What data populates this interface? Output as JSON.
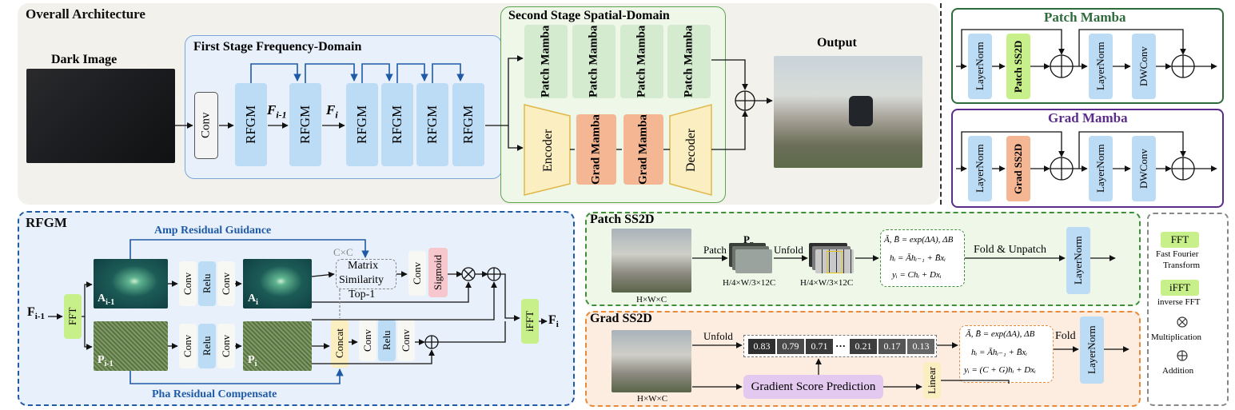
{
  "overall": {
    "title": "Overall Architecture",
    "dark_image_label": "Dark Image",
    "output_label": "Output",
    "first_stage_title": "First Stage Frequency-Domain",
    "second_stage_title": "Second Stage Spatial-Domain",
    "conv_label": "Conv",
    "rfgm_label": "RFGM",
    "f_prev_label": "F",
    "f_prev_sub": "i-1",
    "f_cur_label": "F",
    "f_cur_sub": "i",
    "patch_mamba_label": "Patch Mamba",
    "encoder_label": "Encoder",
    "grad_mamba_label": "Grad Mamba",
    "decoder_label": "Decoder"
  },
  "patch_mamba": {
    "title": "Patch Mamba",
    "layernorm": "LayerNorm",
    "ss2d": "Patch SS2D",
    "dwconv": "DWConv"
  },
  "grad_mamba": {
    "title": "Grad Mamba",
    "layernorm": "LayerNorm",
    "ss2d": "Grad SS2D",
    "dwconv": "DWConv"
  },
  "rfgm": {
    "title": "RFGM",
    "amp_guidance": "Amp Residual Guidance",
    "pha_compensate": "Pha Residual Compensate",
    "input_label": "F",
    "input_sub": "i-1",
    "output_label": "F",
    "output_sub": "i",
    "fft": "FFT",
    "ifft": "iFFT",
    "amp_in": "A",
    "amp_in_sub": "i-1",
    "amp_out": "A",
    "amp_out_sub": "i",
    "pha_in": "P",
    "pha_in_sub": "i-1",
    "pha_out": "P",
    "pha_out_sub": "i",
    "conv": "Conv",
    "relu": "Relu",
    "cxc": "C×C",
    "matrix_line1": "Matrix",
    "matrix_line2": "Similarity",
    "top1": "Top-1",
    "sigmoid": "Sigmoid",
    "concat": "Concat"
  },
  "patch_ss2d": {
    "title": "Patch SS2D",
    "patch_label": "Patch",
    "pn_label": "P",
    "pn_sub": "n",
    "unfold_label": "Unfold",
    "dim_in": "H×W×C",
    "dim_patch": "H/4×W/3×12C",
    "dim_unfold": "H/4×W/3×12C",
    "eq1": "Ā, B̄ = exp(ΔA), ΔB",
    "eq2": "hᵢ = Āhᵢ₋₁ + B̄xᵢ",
    "eq3": "yᵢ = Chᵢ + Dxᵢ",
    "fold_label": "Fold &  Unpatch",
    "layernorm": "LayerNorm"
  },
  "grad_ss2d": {
    "title": "Grad SS2D",
    "unfold_label": "Unfold",
    "dim_in": "H×W×C",
    "scores": [
      "0.83",
      "0.79",
      "0.71",
      "0.21",
      "0.17",
      "0.13"
    ],
    "ellipsis": "···",
    "gradient_score": "Gradient Score Prediction",
    "linear": "Linear",
    "eq1": "Ā, B̄ = exp(ΔA), ΔB",
    "eq2": "hᵢ = Āhᵢ₋₁ + B̄xᵢ",
    "eq3": "yᵢ = (C + G)hᵢ + Dxᵢ",
    "fold_label": "Fold",
    "layernorm": "LayerNorm"
  },
  "legend": {
    "fft": "FFT",
    "fft_desc1": "Fast Fourier",
    "fft_desc2": "Transform",
    "ifft": "iFFT",
    "ifft_desc": "inverse FFT",
    "mult_desc": "Multiplication",
    "add_desc": "Addition"
  },
  "colors": {
    "rfgm_blue": "#bcdcf5",
    "patch_green": "#d5ebd0",
    "grad_orange": "#f5b693",
    "enc_yellow": "#fbeec0",
    "stage1_bg": "#e8f1fb",
    "stage2_bg": "#eef7e8",
    "green_border": "#5aa64f",
    "purple_border": "#5b2d8a",
    "dark_green_border": "#2e6b3b",
    "arrow_blue": "#1f5aa6"
  }
}
